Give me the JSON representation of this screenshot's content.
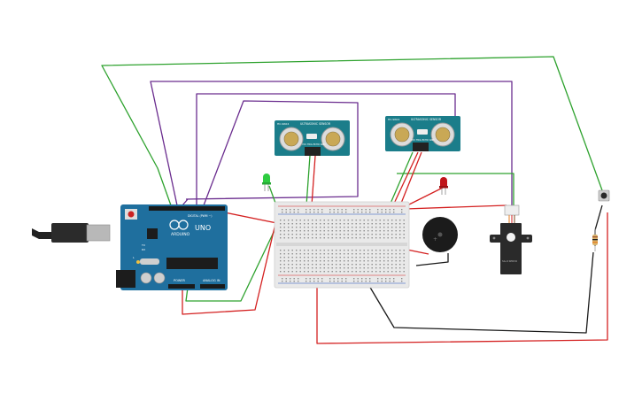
{
  "arduino": {
    "brand": "ARDUINO",
    "model": "UNO",
    "label_digital": "DIGITAL (PWM ~)",
    "label_power": "POWER",
    "label_analog": "ANALOG IN",
    "label_tx": "TX",
    "label_rx": "RX",
    "label_l": "L"
  },
  "ultrasonic": {
    "name": "ULTRASONIC SENSOR",
    "model": "HC-SR04",
    "pins": "VCC TRIG ECHO GND"
  },
  "servo": {
    "model": "SG-9 SERVO"
  },
  "colors": {
    "board_blue": "#1f6f9e",
    "sensor_teal": "#1b7d8a",
    "wire_green": "#2ea22e",
    "wire_purple": "#6a2c8e",
    "wire_red": "#d42020",
    "wire_black": "#1a1a1a",
    "led_green": "#2ecc40",
    "led_red": "#c0141a"
  }
}
